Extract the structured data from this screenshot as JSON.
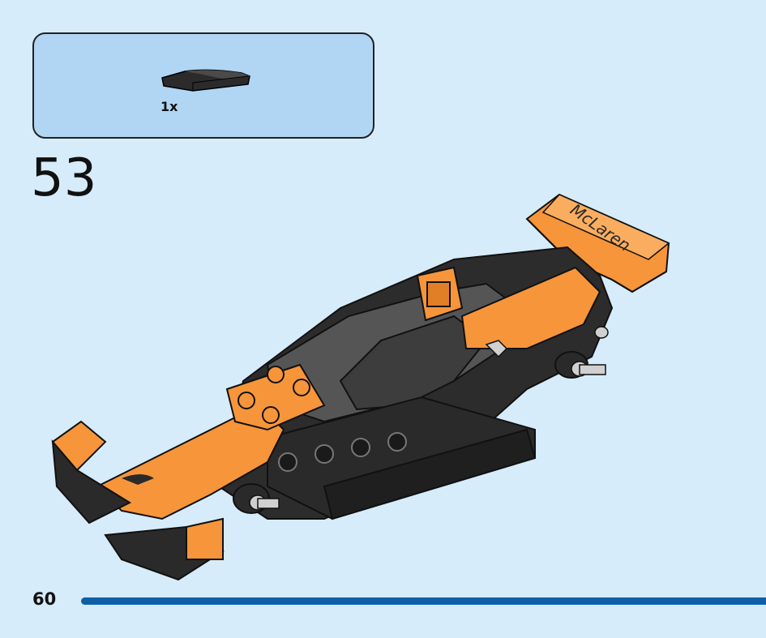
{
  "parts": {
    "quantity": "1x",
    "icon": "curved-slope-brick-icon"
  },
  "step": {
    "number": "53"
  },
  "footer": {
    "page_number": "60",
    "progress": 1.0
  },
  "model": {
    "logo_text": "McLaren",
    "icon": "race-car-model"
  },
  "colors": {
    "background": "#d6ecfb",
    "parts_box": "#b0d6f3",
    "orange": "#f7953a",
    "black": "#2a2a2a",
    "progress": "#0e5fa8"
  }
}
